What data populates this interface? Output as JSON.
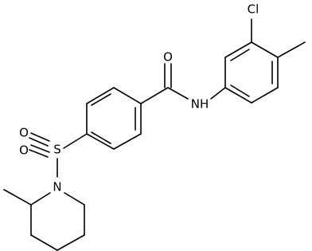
{
  "molecule": {
    "atom_labels": {
      "o_carbonyl": "O",
      "nh": "NH",
      "cl": "Cl",
      "s": "S",
      "o_sulfonyl_1": "O",
      "o_sulfonyl_2": "O",
      "n_ring": "N"
    }
  },
  "colors": {
    "bond": "#000000",
    "label": "#000000",
    "background": "#ffffff"
  }
}
